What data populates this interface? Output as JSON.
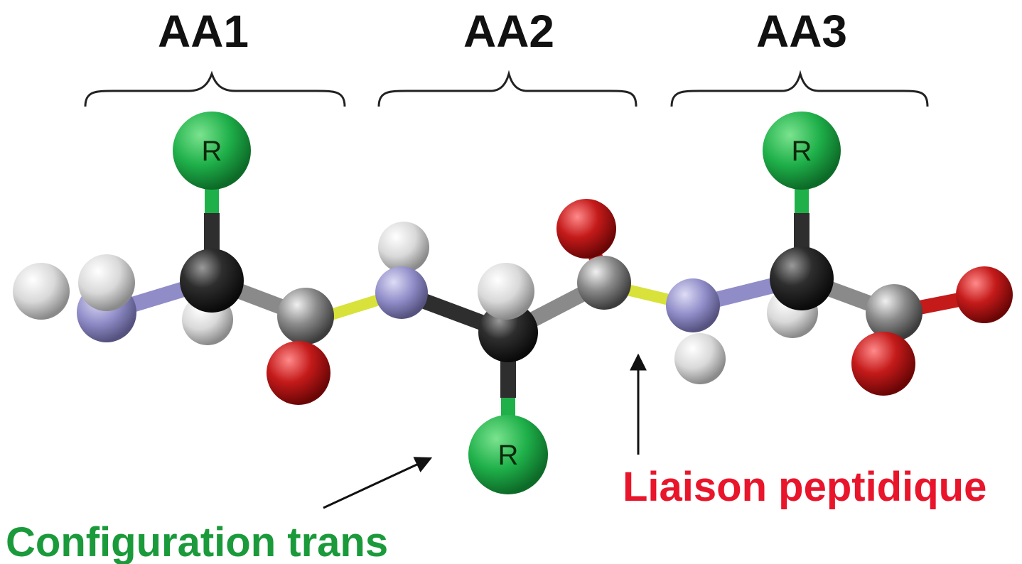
{
  "labels": {
    "aa1": "AA1",
    "aa2": "AA2",
    "aa3": "AA3",
    "r1": "R",
    "r2": "R",
    "r3": "R",
    "configuration": "Configuration trans",
    "liaison": "Liaison peptidique"
  },
  "colors": {
    "r_group": "#1fb04a",
    "carbon_alpha": "#2e2e2e",
    "carbon": "#8a8a8a",
    "nitrogen": "#8f8cc8",
    "oxygen": "#c41a1a",
    "hydrogen": "#d9d9d9",
    "peptide_bond": "#d8e23a",
    "annotation_green": "#1a9a3a",
    "annotation_red": "#e8152b"
  }
}
